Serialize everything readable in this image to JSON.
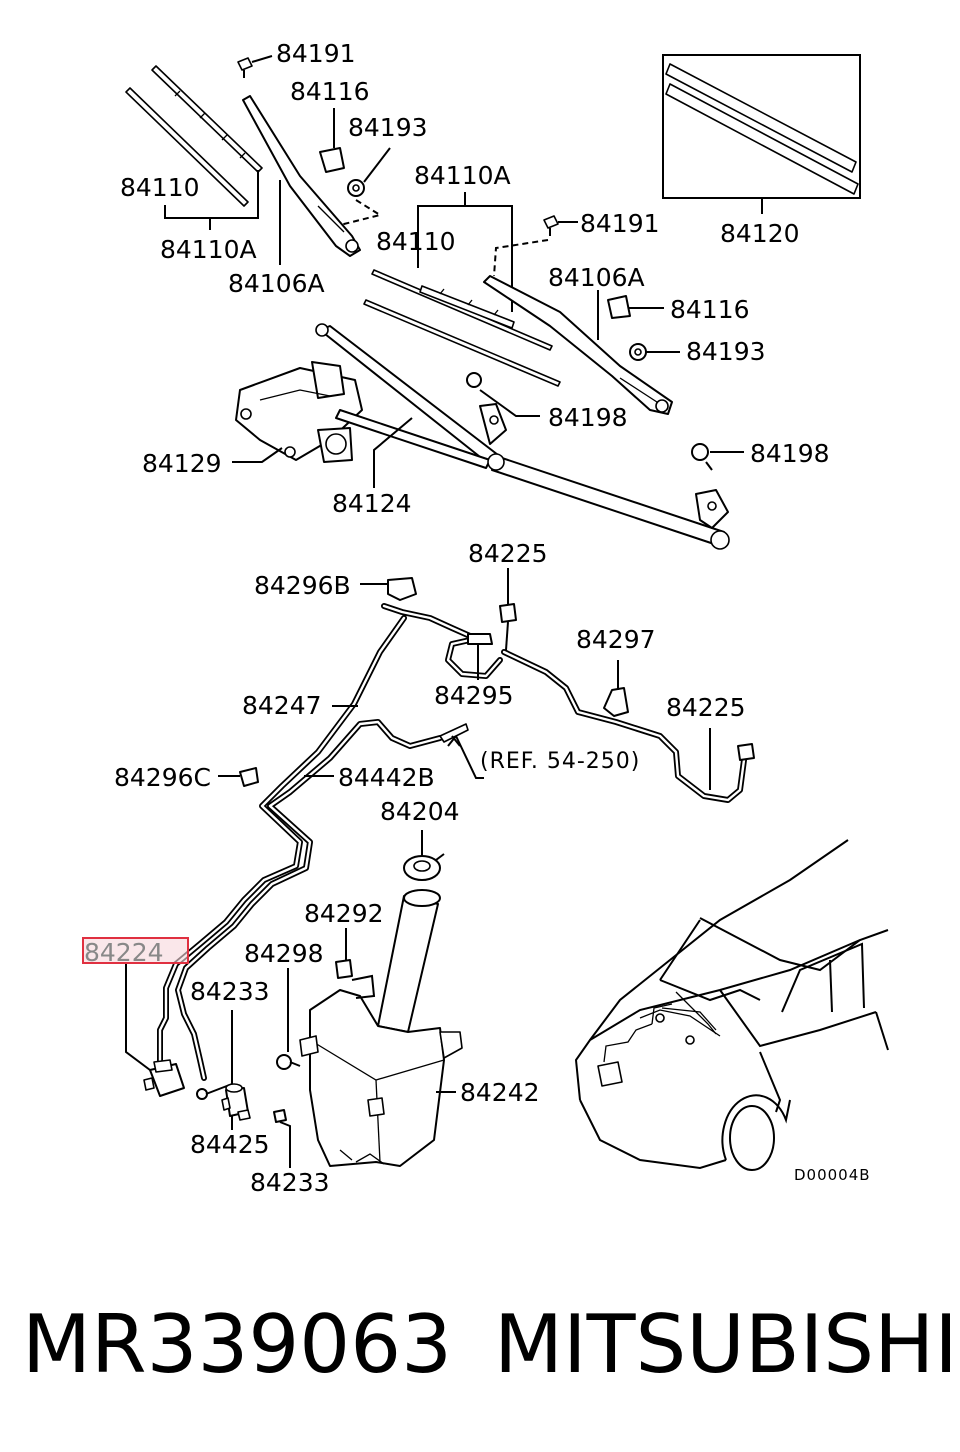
{
  "labels": {
    "l84191a": "84191",
    "l84116a": "84116",
    "l84193a": "84193",
    "l84110a": "84110",
    "l84110Aa": "84110A",
    "l84106Aa": "84106A",
    "l84110Ab": "84110A",
    "l84110b": "84110",
    "l84191b": "84191",
    "l84106Ab": "84106A",
    "l84116b": "84116",
    "l84193b": "84193",
    "l84198a": "84198",
    "l84198b": "84198",
    "l84129": "84129",
    "l84124": "84124",
    "l84120": "84120",
    "l84225a": "84225",
    "l84296B": "84296B",
    "l84297": "84297",
    "l84295": "84295",
    "l84225b": "84225",
    "l84247": "84247",
    "l84296C": "84296C",
    "l84442B": "84442B",
    "ref": "(REF. 54-250)",
    "l84204": "84204",
    "l84292": "84292",
    "l84298": "84298",
    "l84224": "84224",
    "l84233a": "84233",
    "l84242": "84242",
    "l84425": "84425",
    "l84233b": "84233",
    "drawing_code": "D00004B"
  },
  "highlight": {
    "label": "84224",
    "color": "#e03040"
  },
  "footer": {
    "part_number": "MR339063",
    "brand": "MITSUBISHI"
  }
}
